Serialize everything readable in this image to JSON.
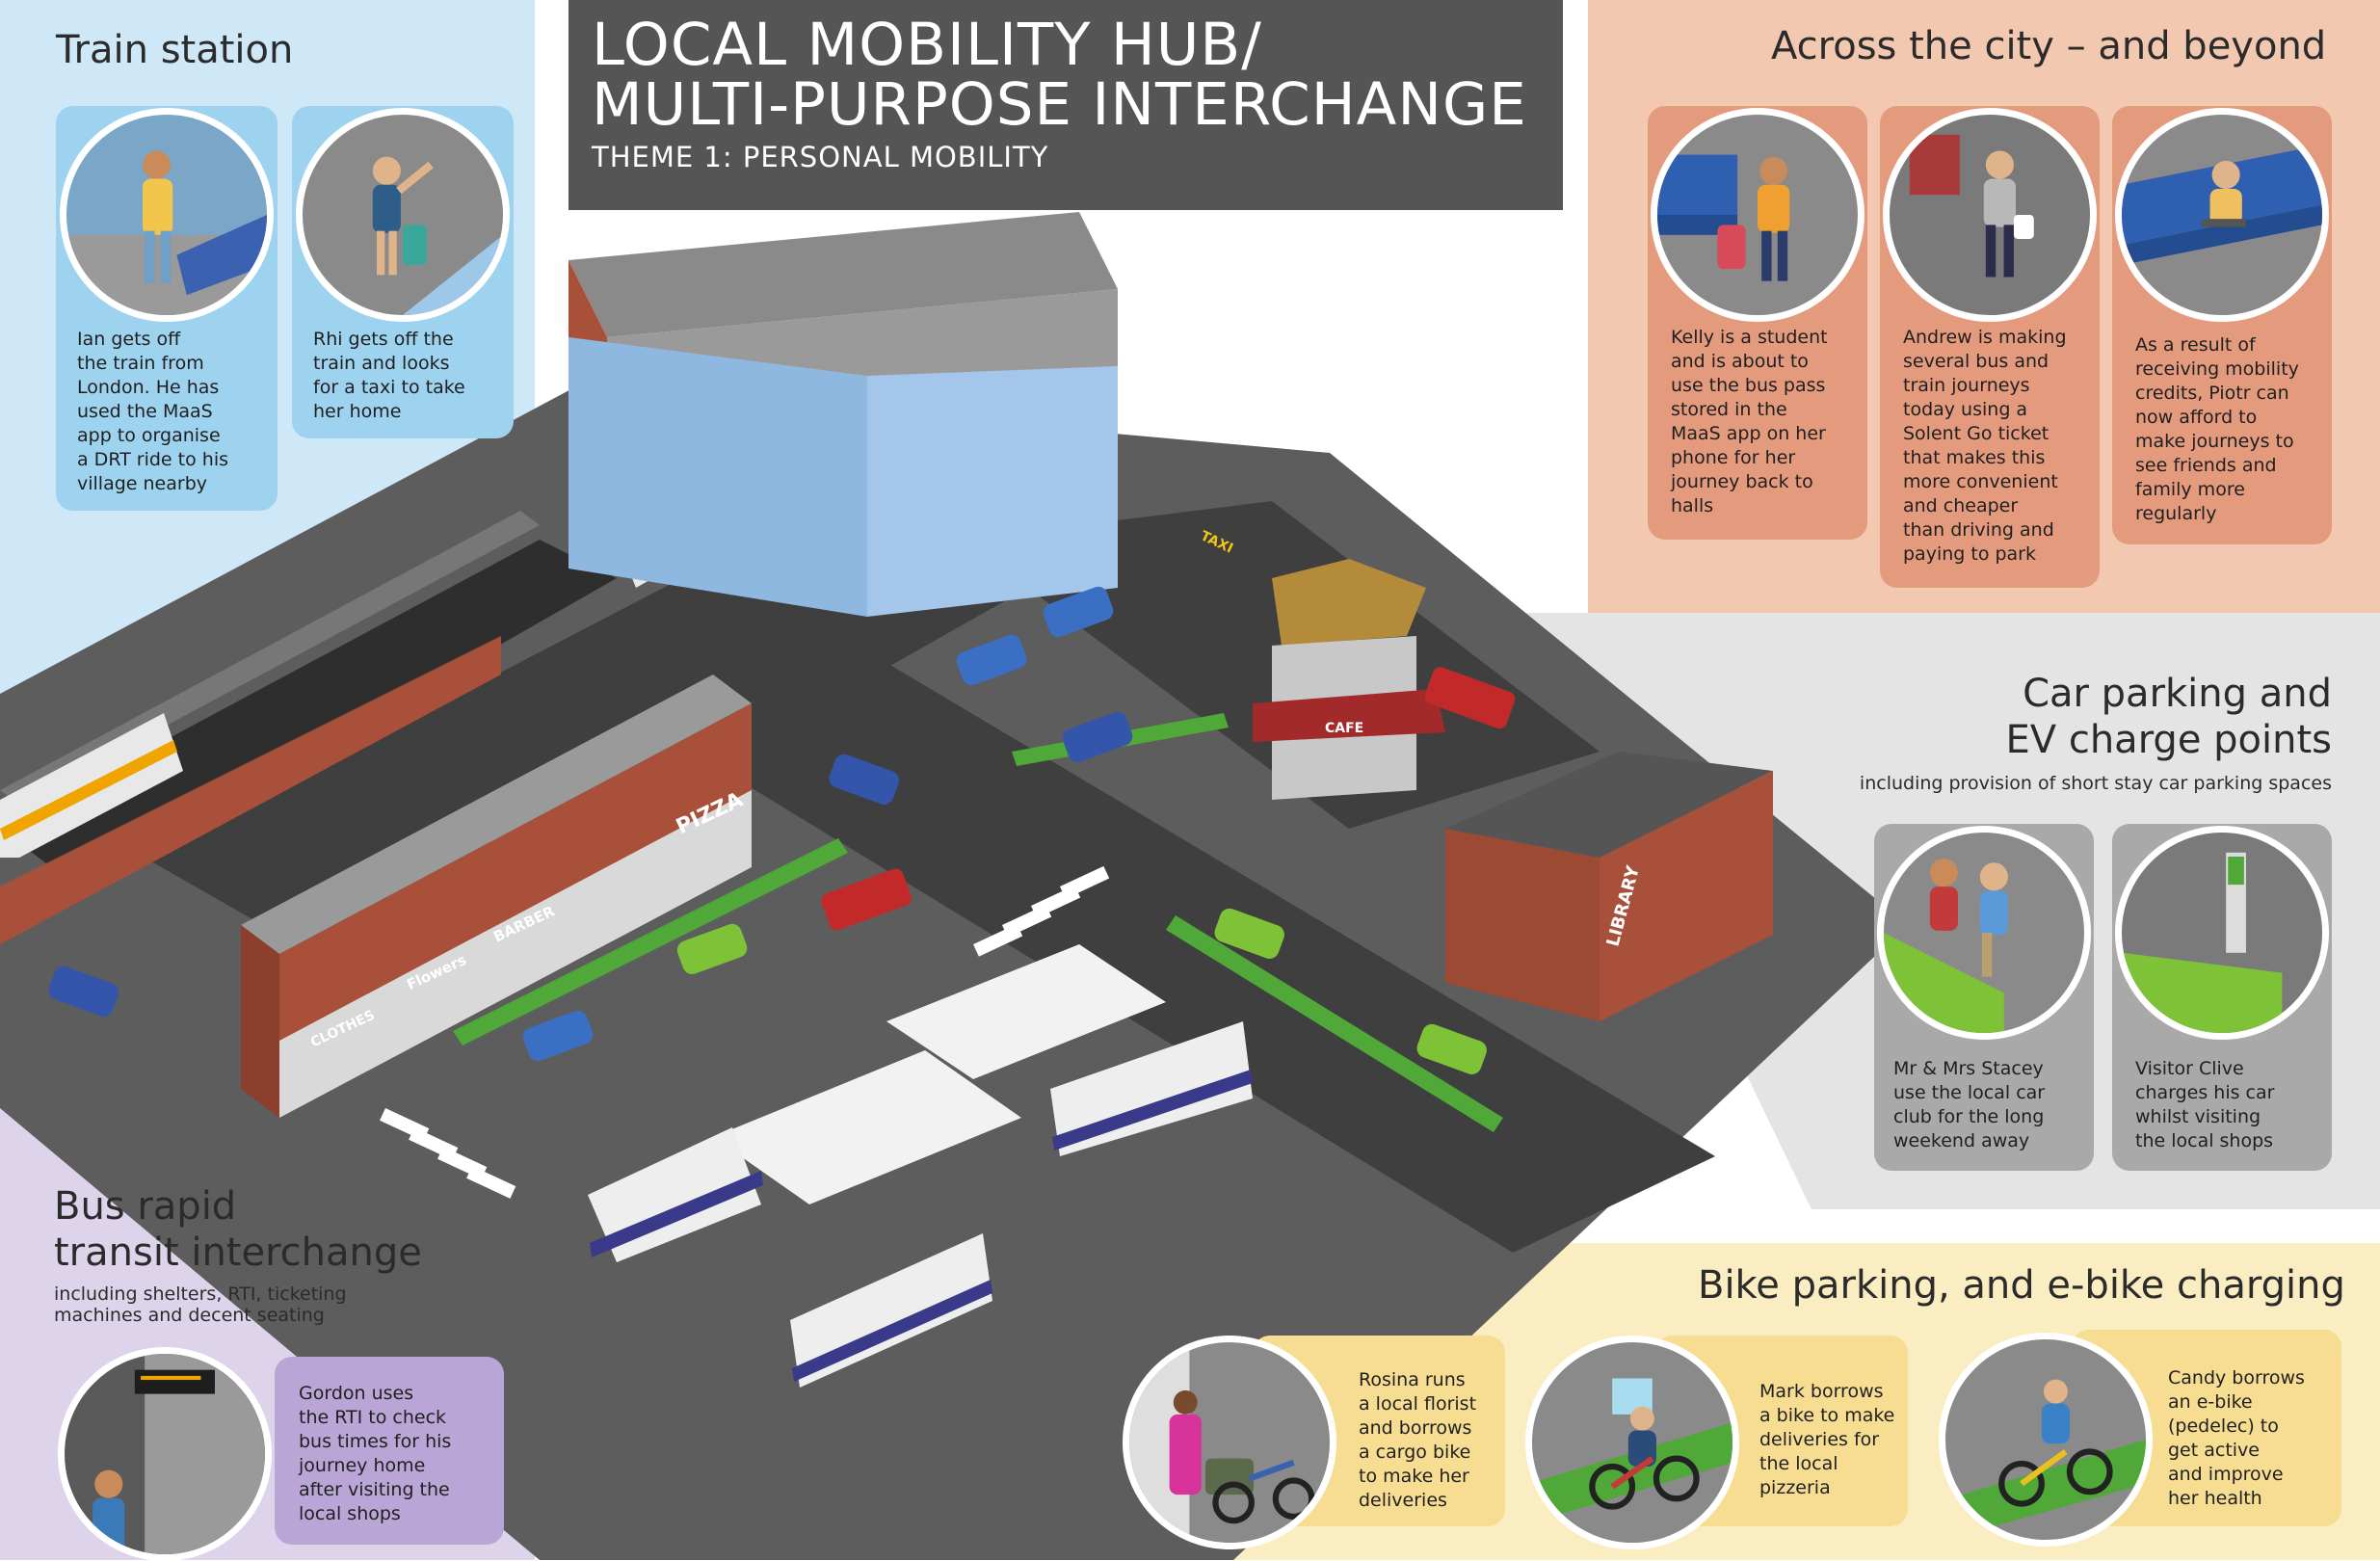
{
  "title": {
    "line1": "LOCAL MOBILITY HUB/",
    "line2": "MULTI-PURPOSE INTERCHANGE",
    "theme": "THEME 1: PERSONAL MOBILITY"
  },
  "colors": {
    "train_panel": "#cfe8f7",
    "train_card": "#9ed3f0",
    "city_panel": "#f3c8b1",
    "city_card": "#e49a7d",
    "car_panel": "#e4e4e4",
    "car_card": "#a9a9a9",
    "bike_panel": "#fbedc2",
    "bike_card": "#f7dd92",
    "bus_panel": "#ddd4ec",
    "bus_card": "#b9a6d6",
    "scene_ground": "#5d5d5d",
    "road": "#3f3f3f",
    "brick": "#a8503a",
    "green_strip": "#4fa837"
  },
  "train_station": {
    "heading": "Train station",
    "cards": [
      {
        "icon": "traveller-phone-icon",
        "text": [
          "Ian gets off",
          "the train from",
          "London. He has",
          "used the MaaS",
          "app to organise",
          "a DRT ride to his",
          "village nearby"
        ]
      },
      {
        "icon": "traveller-luggage-icon",
        "text": [
          "Rhi gets off the",
          "train and looks",
          "for a taxi to take",
          "her home"
        ]
      }
    ]
  },
  "across_city": {
    "heading": "Across the city – and beyond",
    "cards": [
      {
        "icon": "student-bag-icon",
        "text": [
          "Kelly is a student",
          "and is about to",
          "use the bus pass",
          "stored in the",
          "MaaS app on her",
          "phone for her",
          "journey back to",
          "halls"
        ]
      },
      {
        "icon": "man-walking-icon",
        "text": [
          "Andrew is making",
          "several bus and",
          "train journeys",
          "today using a",
          "Solent Go ticket",
          "that makes this",
          "more convenient",
          "and cheaper",
          "than driving and",
          "paying to park"
        ]
      },
      {
        "icon": "man-laptop-icon",
        "text": [
          "As a result of",
          "receiving mobility",
          "credits, Piotr can",
          "now afford to",
          "make journeys to",
          "see friends and",
          "family more",
          "regularly"
        ]
      }
    ]
  },
  "car_parking": {
    "heading_line1": "Car parking and",
    "heading_line2": "EV charge points",
    "subheading": "including provision of short stay car parking spaces",
    "cards": [
      {
        "icon": "car-club-icon",
        "text": [
          "Mr & Mrs Stacey",
          "use the local car",
          "club for the long",
          "weekend away"
        ]
      },
      {
        "icon": "ev-charger-icon",
        "text": [
          "Visitor Clive",
          "charges his car",
          "whilst visiting",
          "the local shops"
        ]
      }
    ]
  },
  "bus_interchange": {
    "heading_line1": "Bus rapid",
    "heading_line2": "transit interchange",
    "subheading_line1": "including shelters, RTI, ticketing",
    "subheading_line2": "machines and decent seating",
    "cards": [
      {
        "icon": "rti-display-icon",
        "text": [
          "Gordon uses",
          "the RTI to check",
          "bus times for his",
          "journey home",
          "after visiting the",
          "local shops"
        ]
      }
    ]
  },
  "bike_parking": {
    "heading": "Bike parking, and e-bike charging",
    "cards": [
      {
        "icon": "cargo-bike-icon",
        "text": [
          "Rosina runs",
          "a local florist",
          "and borrows",
          "a cargo bike",
          "to make her",
          "deliveries"
        ]
      },
      {
        "icon": "delivery-bike-icon",
        "text": [
          "Mark borrows",
          "a bike to make",
          "deliveries for",
          "the local",
          "pizzeria"
        ]
      },
      {
        "icon": "e-bike-icon",
        "text": [
          "Candy borrows",
          "an e-bike",
          "(pedelec) to",
          "get active",
          "and improve",
          "her health"
        ]
      }
    ]
  },
  "scene": {
    "cafe_sign": "CAFE",
    "library_sign": "LIBRARY",
    "pizza_sign": "PIZZA",
    "barber_sign": "BARBER",
    "flowers_sign": "Flowers",
    "clothes_sign": "CLOTHES",
    "taxi_sign": "TAXI"
  }
}
